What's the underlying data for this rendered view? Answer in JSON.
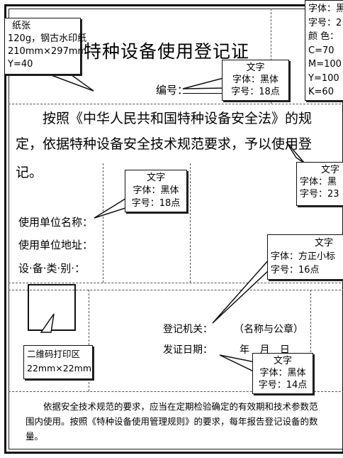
{
  "document": {
    "title": "特种设备使用登记证",
    "serial_label": "编号：",
    "body_line1": "按照《中华人民共和国特种设备安全法》的规",
    "body_line2": "定，依据特种设备安全技术规范要求，予以使用登",
    "body_line3": "记。",
    "fields": {
      "unit_name": "使用单位名称：",
      "unit_address": "使用单位地址：",
      "device_category": "设·备·类·别·："
    },
    "registration_authority_label": "登记机关：",
    "registration_authority_value": "（名称与公章）",
    "issue_date_label": "发证日期：",
    "issue_date_value": "年  月  日",
    "footer_text": "依据安全技术规范的要求，应当在定期检验确定的有效期和技术参数范围内使用。按照《特种设备使用管理规则》的要求，每年报告登记设备的数量。"
  },
  "callouts": {
    "paper": {
      "line1": "纸张",
      "line2": "120g，钢古水印纸",
      "line3": "210mm×297mm",
      "line4": "Y=40"
    },
    "color_top_right": {
      "line1": "字体：黑",
      "line2": "字号：2",
      "line3": "颜 色：",
      "line4": "C=70",
      "line5": "M=100",
      "line6": "Y=100",
      "line7": "K=60"
    },
    "serial_font": {
      "line1": "文字",
      "line2": "字体：黑体",
      "line3": "字号：18点"
    },
    "body_font": {
      "line1": "文字",
      "line2": "字体：黑",
      "line3": "字号：23"
    },
    "fields_font": {
      "line1": "文字",
      "line2": "字体：黑体",
      "line3": "字号：18点"
    },
    "authority_font": {
      "line1": "文字",
      "line2": "字体：方正小标",
      "line3": "字号：16点"
    },
    "qr": {
      "line1": "二维码打印区",
      "line2": "22mm×22mm"
    },
    "sign_font": {
      "line1": "文字",
      "line2": "字体：黑体",
      "line3": "字号：14点"
    }
  }
}
